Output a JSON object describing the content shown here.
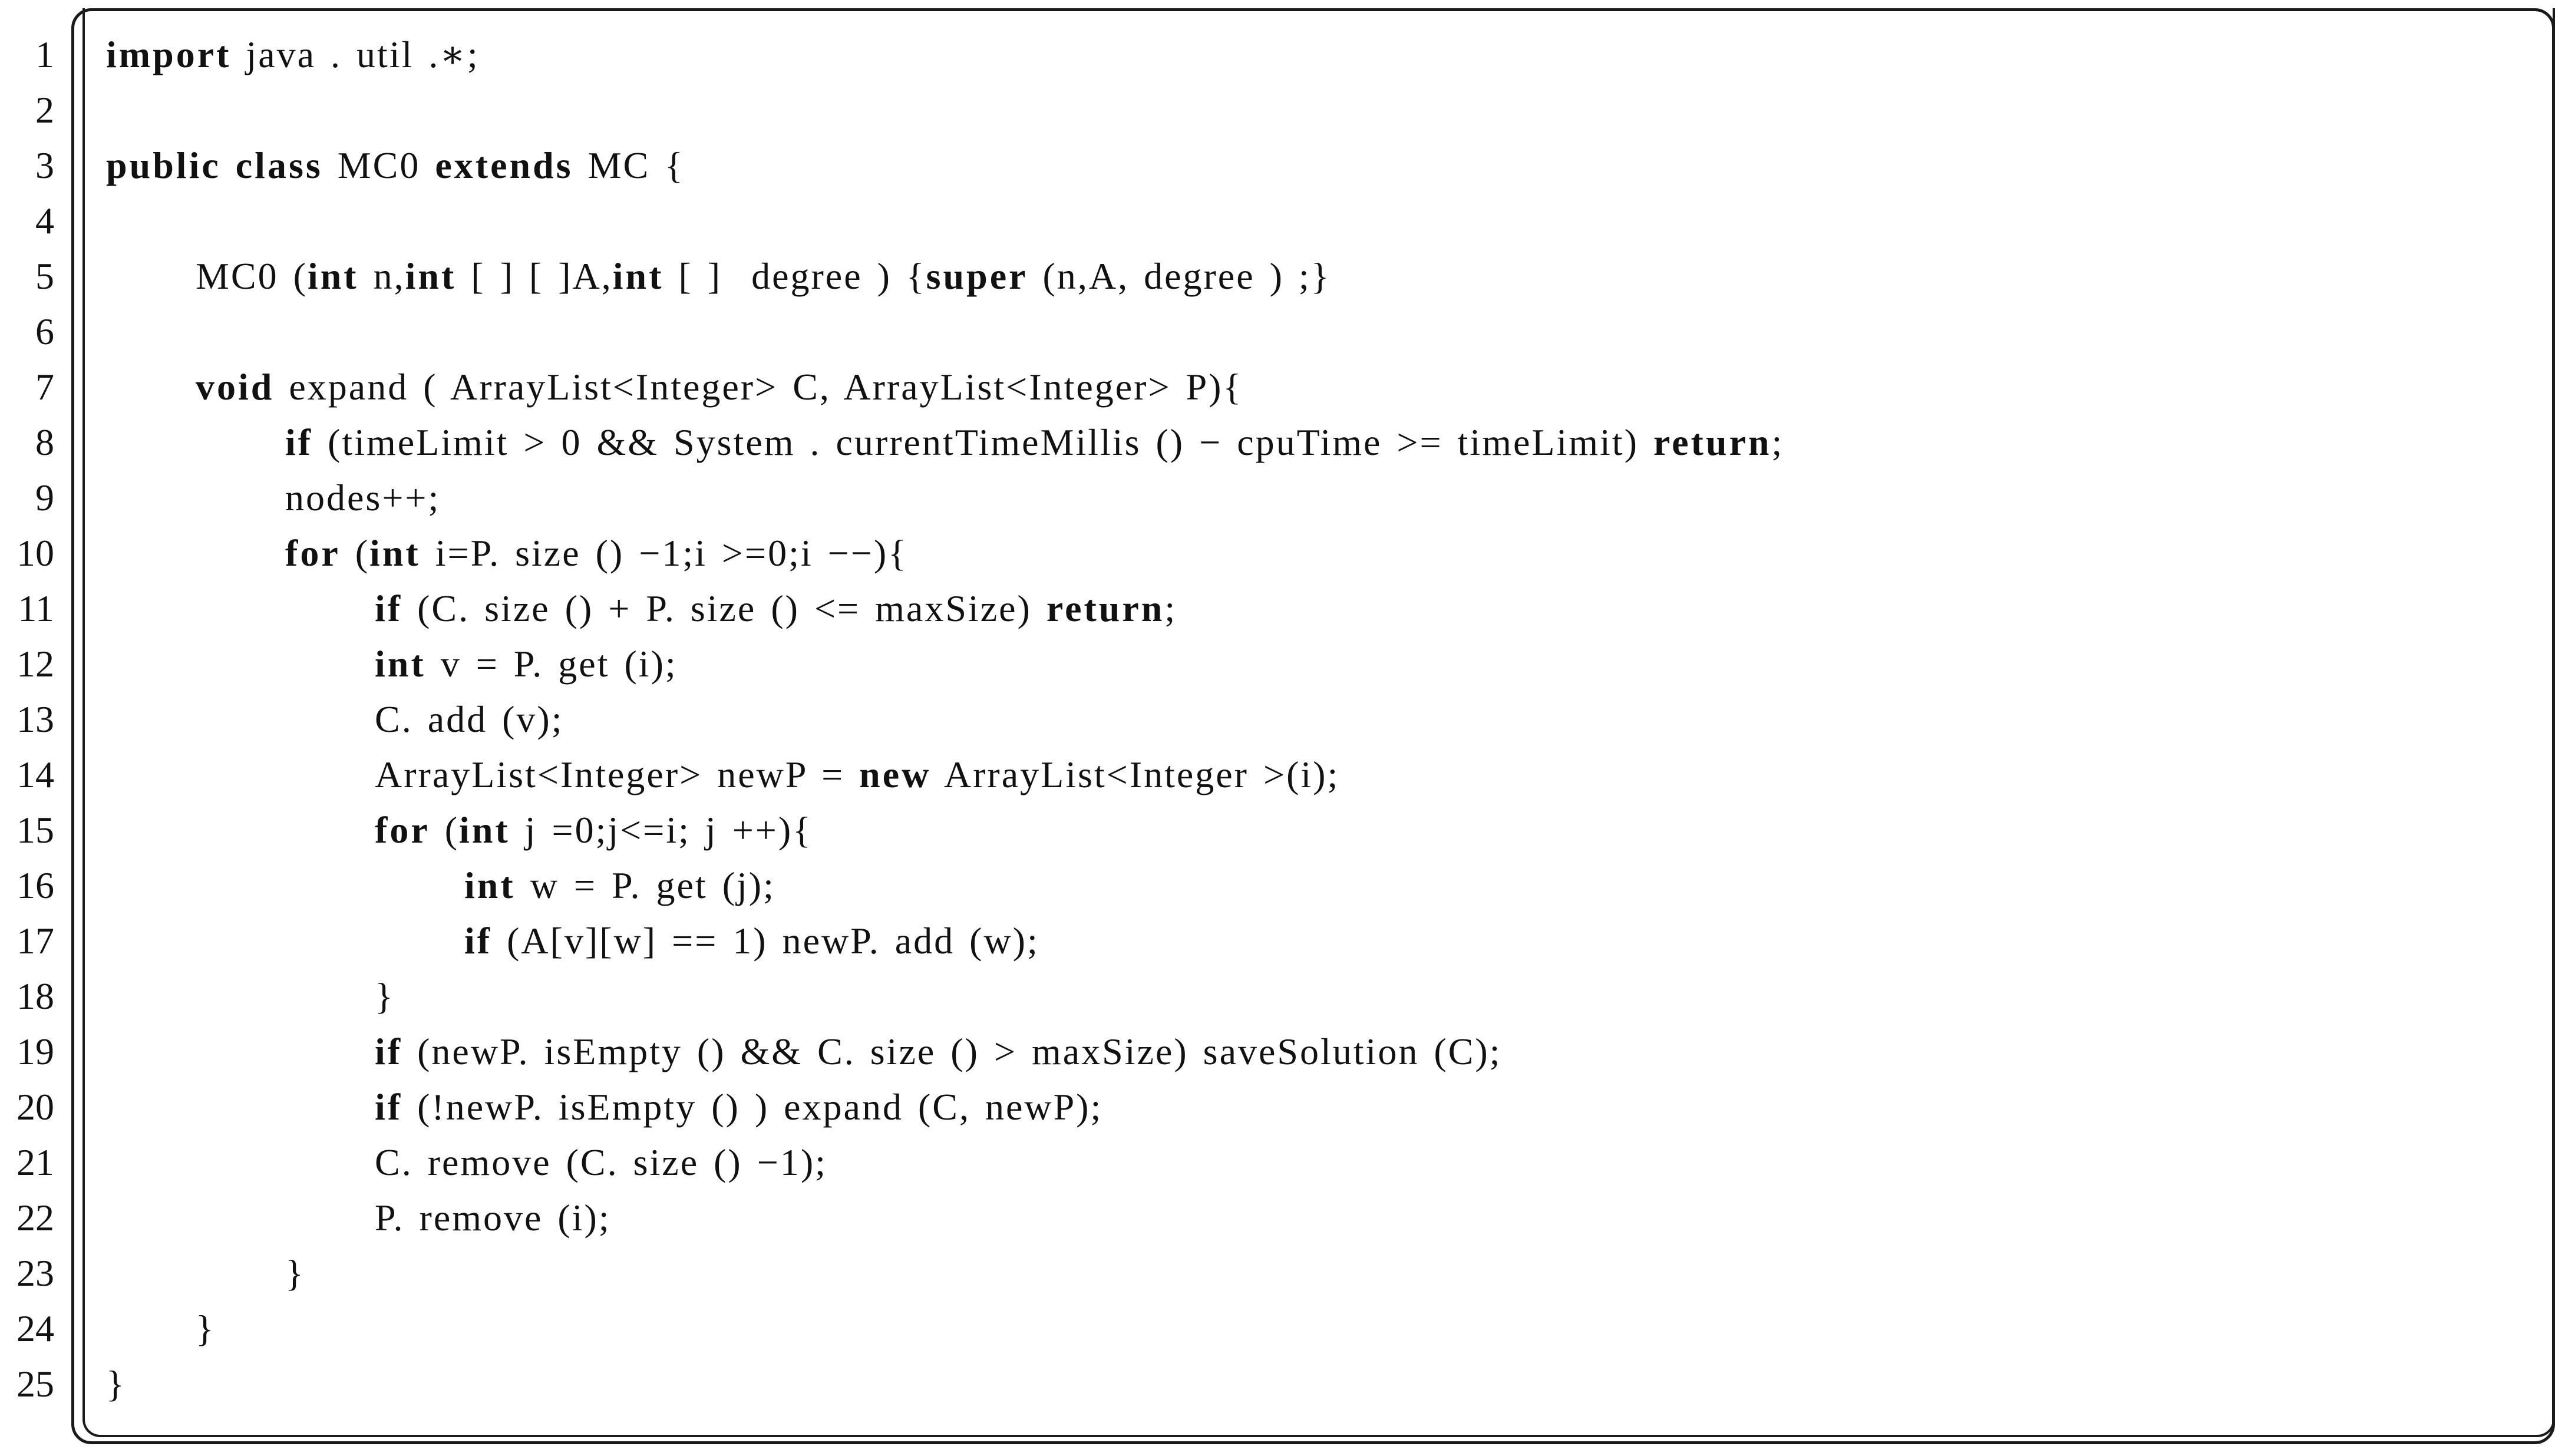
{
  "code_listing": {
    "language": "java",
    "indent_unit_chars": 4,
    "lines": [
      {
        "number": "1",
        "indent": 0,
        "tokens": [
          {
            "t": "import",
            "kw": true
          },
          {
            "t": " java . util .∗;"
          }
        ]
      },
      {
        "number": "2",
        "indent": 0,
        "tokens": []
      },
      {
        "number": "3",
        "indent": 0,
        "tokens": [
          {
            "t": "public",
            "kw": true
          },
          {
            "t": " "
          },
          {
            "t": "class",
            "kw": true
          },
          {
            "t": " MC0 "
          },
          {
            "t": "extends",
            "kw": true
          },
          {
            "t": " MC {"
          }
        ]
      },
      {
        "number": "4",
        "indent": 0,
        "tokens": []
      },
      {
        "number": "5",
        "indent": 4,
        "tokens": [
          {
            "t": "MC0 ("
          },
          {
            "t": "int",
            "kw": true
          },
          {
            "t": " n,"
          },
          {
            "t": "int",
            "kw": true
          },
          {
            "t": " [ ] [ ]A,"
          },
          {
            "t": "int",
            "kw": true
          },
          {
            "t": " [ ]  degree ) {"
          },
          {
            "t": "super",
            "kw": true
          },
          {
            "t": " (n,A, degree ) ;}"
          }
        ]
      },
      {
        "number": "6",
        "indent": 0,
        "tokens": []
      },
      {
        "number": "7",
        "indent": 4,
        "tokens": [
          {
            "t": "void",
            "kw": true
          },
          {
            "t": " expand ( ArrayList<Integer> C, ArrayList<Integer> P){"
          }
        ]
      },
      {
        "number": "8",
        "indent": 8,
        "tokens": [
          {
            "t": "if",
            "kw": true
          },
          {
            "t": " (timeLimit > 0 && System . currentTimeMillis () − cpuTime >= timeLimit) "
          },
          {
            "t": "return",
            "kw": true
          },
          {
            "t": ";"
          }
        ]
      },
      {
        "number": "9",
        "indent": 8,
        "tokens": [
          {
            "t": "nodes++;"
          }
        ]
      },
      {
        "number": "10",
        "indent": 8,
        "tokens": [
          {
            "t": "for",
            "kw": true
          },
          {
            "t": " ("
          },
          {
            "t": "int",
            "kw": true
          },
          {
            "t": " i=P. size () −1;i >=0;i −−){"
          }
        ]
      },
      {
        "number": "11",
        "indent": 12,
        "tokens": [
          {
            "t": "if",
            "kw": true
          },
          {
            "t": " (C. size () + P. size () <= maxSize) "
          },
          {
            "t": "return",
            "kw": true
          },
          {
            "t": ";"
          }
        ]
      },
      {
        "number": "12",
        "indent": 12,
        "tokens": [
          {
            "t": "int",
            "kw": true
          },
          {
            "t": " v = P. get (i);"
          }
        ]
      },
      {
        "number": "13",
        "indent": 12,
        "tokens": [
          {
            "t": "C. add (v);"
          }
        ]
      },
      {
        "number": "14",
        "indent": 12,
        "tokens": [
          {
            "t": "ArrayList<Integer> newP = "
          },
          {
            "t": "new",
            "kw": true
          },
          {
            "t": " ArrayList<Integer >(i);"
          }
        ]
      },
      {
        "number": "15",
        "indent": 12,
        "tokens": [
          {
            "t": "for",
            "kw": true
          },
          {
            "t": " ("
          },
          {
            "t": "int",
            "kw": true
          },
          {
            "t": " j =0;j<=i; j ++){"
          }
        ]
      },
      {
        "number": "16",
        "indent": 16,
        "tokens": [
          {
            "t": "int",
            "kw": true
          },
          {
            "t": " w = P. get (j);"
          }
        ]
      },
      {
        "number": "17",
        "indent": 16,
        "tokens": [
          {
            "t": "if",
            "kw": true
          },
          {
            "t": " (A[v][w] == 1) newP. add (w);"
          }
        ]
      },
      {
        "number": "18",
        "indent": 12,
        "tokens": [
          {
            "t": "}"
          }
        ]
      },
      {
        "number": "19",
        "indent": 12,
        "tokens": [
          {
            "t": "if",
            "kw": true
          },
          {
            "t": " (newP. isEmpty () && C. size () > maxSize) saveSolution (C);"
          }
        ]
      },
      {
        "number": "20",
        "indent": 12,
        "tokens": [
          {
            "t": "if",
            "kw": true
          },
          {
            "t": " (!newP. isEmpty () ) expand (C, newP);"
          }
        ]
      },
      {
        "number": "21",
        "indent": 12,
        "tokens": [
          {
            "t": "C. remove (C. size () −1);"
          }
        ]
      },
      {
        "number": "22",
        "indent": 12,
        "tokens": [
          {
            "t": "P. remove (i);"
          }
        ]
      },
      {
        "number": "23",
        "indent": 8,
        "tokens": [
          {
            "t": "}"
          }
        ]
      },
      {
        "number": "24",
        "indent": 4,
        "tokens": [
          {
            "t": "}"
          }
        ]
      },
      {
        "number": "25",
        "indent": 0,
        "tokens": [
          {
            "t": "}"
          }
        ]
      }
    ]
  }
}
